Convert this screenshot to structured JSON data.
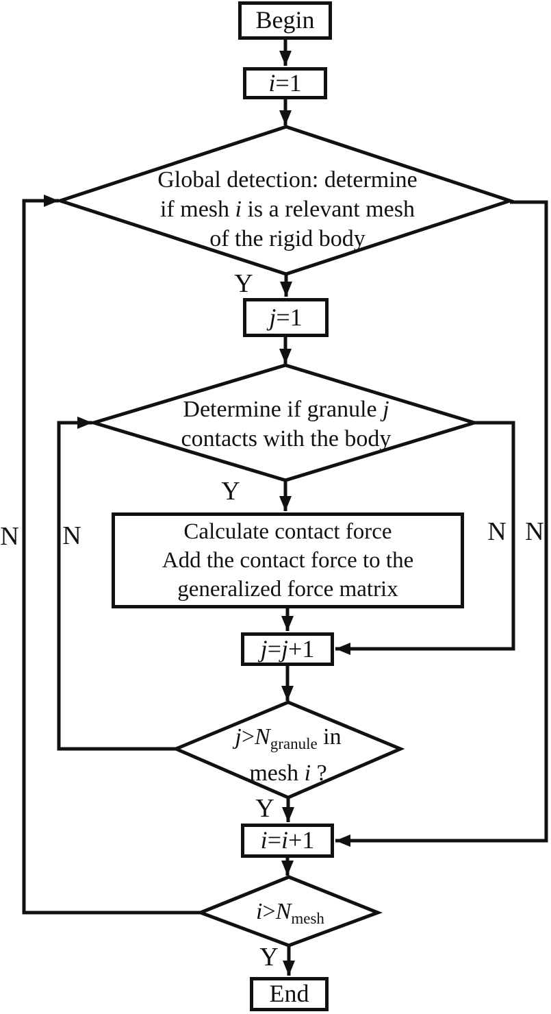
{
  "colors": {
    "ink": "#111111",
    "bg": "#ffffff"
  },
  "nodes": {
    "begin": {
      "label": "Begin"
    },
    "init_i": {
      "var": "i",
      "rest": "=1"
    },
    "global_detection": {
      "line1": "Global detection: determine",
      "line2_pre": "if mesh ",
      "line2_var": "i",
      "line2_post": " is a relevant mesh",
      "line3": "of the rigid body"
    },
    "init_j": {
      "var": "j",
      "rest": "=1"
    },
    "granule_contact": {
      "line1_pre": "Determine if granule ",
      "line1_var": "j",
      "line2": "contacts with the body"
    },
    "calc_force": {
      "line1": "Calculate contact force",
      "line2": "Add the contact force to the",
      "line3": "generalized force matrix"
    },
    "inc_j": {
      "v1": "j",
      "eq": "=",
      "v2": "j",
      "plus": "+1"
    },
    "granule_loop_check": {
      "v1": "j",
      "gt": ">",
      "n": "N",
      "sub": "granule",
      "post": " in",
      "line2_pre": "mesh ",
      "line2_var": "i",
      "line2_post": " ?"
    },
    "inc_i": {
      "v1": "i",
      "eq": "=",
      "v2": "i",
      "plus": "+1"
    },
    "mesh_loop_check": {
      "v1": "i",
      "gt": ">",
      "n": "N",
      "sub": "mesh"
    },
    "end": {
      "label": "End"
    }
  },
  "edges": {
    "yes": "Y",
    "no": "N"
  }
}
